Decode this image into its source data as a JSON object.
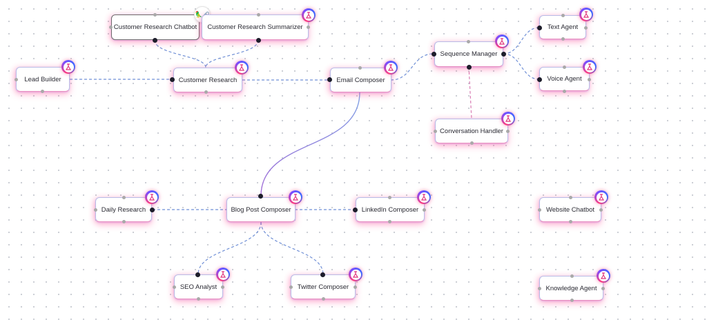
{
  "canvas": {
    "nodes": [
      {
        "id": "crc",
        "label": "Customer Research Chatbot",
        "icon": "agent-icon"
      },
      {
        "id": "crs",
        "label": "Customer Research Summarizer",
        "icon": "agent-icon"
      },
      {
        "id": "lead",
        "label": "Lead Builder",
        "icon": "agent-icon"
      },
      {
        "id": "cr",
        "label": "Customer Research",
        "icon": "agent-icon"
      },
      {
        "id": "email",
        "label": "Email Composer",
        "icon": "agent-icon"
      },
      {
        "id": "seq",
        "label": "Sequence Manager",
        "icon": "agent-icon"
      },
      {
        "id": "text",
        "label": "Text Agent",
        "icon": "agent-icon"
      },
      {
        "id": "voice",
        "label": "Voice Agent",
        "icon": "agent-icon"
      },
      {
        "id": "conv",
        "label": "Conversation Handler",
        "icon": "agent-icon"
      },
      {
        "id": "daily",
        "label": "Daily Research",
        "icon": "agent-icon"
      },
      {
        "id": "blog",
        "label": "Blog Post Composer",
        "icon": "agent-icon"
      },
      {
        "id": "linkedin",
        "label": "LinkedIn Composer",
        "icon": "agent-icon"
      },
      {
        "id": "web",
        "label": "Website Chatbot",
        "icon": "agent-icon"
      },
      {
        "id": "seo",
        "label": "SEO Analyst",
        "icon": "agent-icon"
      },
      {
        "id": "twitter",
        "label": "Twitter Composer",
        "icon": "agent-icon"
      },
      {
        "id": "knowledge",
        "label": "Knowledge Agent",
        "icon": "agent-icon"
      }
    ],
    "selected_node_chip": {
      "icons": [
        "chatbot-icon",
        "link-icon"
      ]
    },
    "colors": {
      "edge_dashed": "#6f8fd6",
      "edge_pink": "#d97fb5",
      "edge_solid_top": "#7fa4e6",
      "edge_solid_bottom": "#a36ad6"
    }
  }
}
